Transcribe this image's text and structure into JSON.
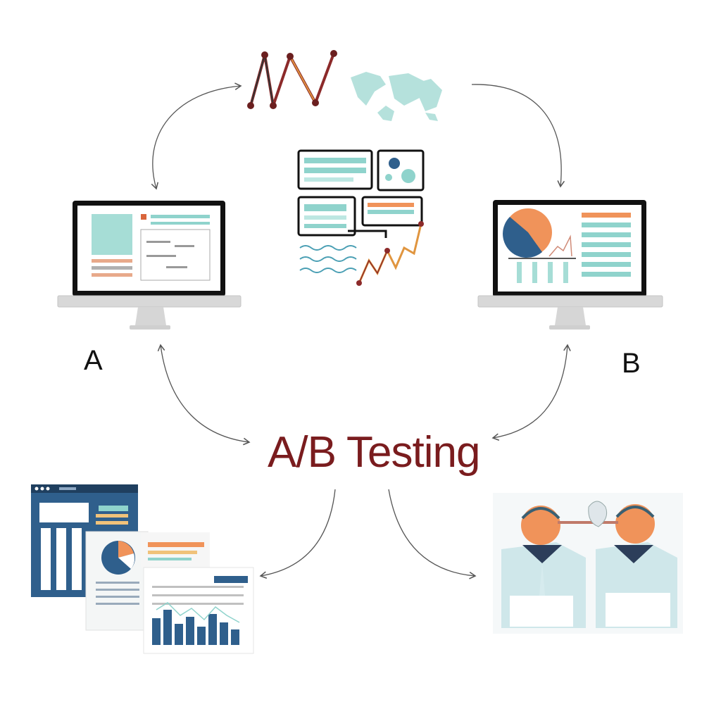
{
  "title": "A/B Testing",
  "variant_a": {
    "label": "A"
  },
  "variant_b": {
    "label": "B"
  },
  "icons": [
    "line-chart-icon",
    "world-map-icon",
    "dashboard-icon",
    "monitor-variant-a-icon",
    "monitor-variant-b-icon",
    "report-documents-icon",
    "users-icon",
    "cycle-arrows-icon"
  ],
  "colors": {
    "title": "#7a1c1e",
    "teal": "#8fd3cc",
    "orange": "#f0935a",
    "navy": "#2f5f8c",
    "dark_red": "#8c2a2a",
    "arrow": "#555555"
  }
}
